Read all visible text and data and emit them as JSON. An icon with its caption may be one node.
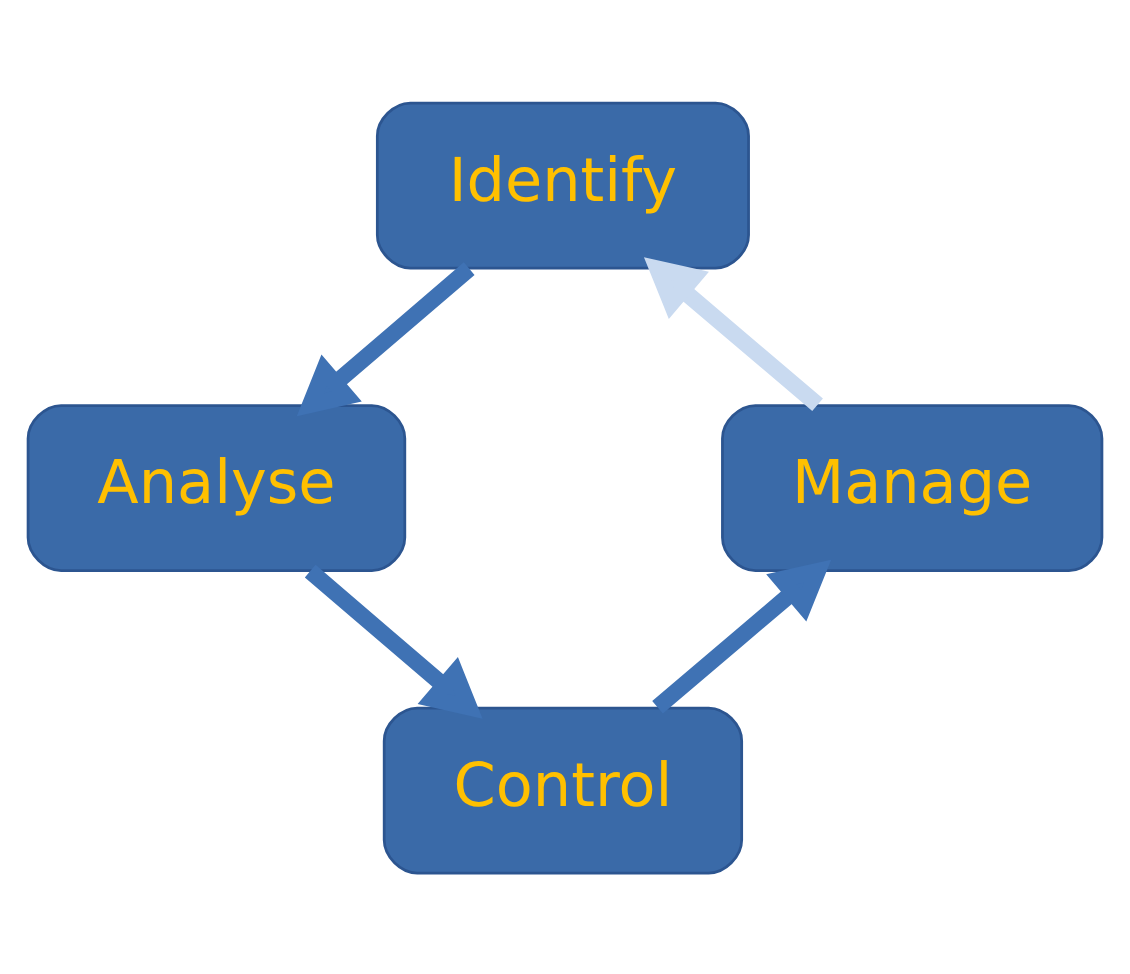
{
  "diagram": {
    "nodes": [
      {
        "text": [
          "Identify"
        ]
      },
      {
        "text": [
          "Manage"
        ]
      },
      {
        "text": [
          "Analyse"
        ]
      },
      {
        "text": [
          "Control"
        ]
      }
    ],
    "edges": [
      {
        "from": 0,
        "to": 2,
        "arrow": "to"
      },
      {
        "from": 2,
        "to": 3,
        "arrow": "to"
      },
      {
        "from": 3,
        "to": 1,
        "arrow": "to"
      },
      {
        "from": 1,
        "to": 0,
        "arrow": "to",
        "color": "#c9daf0"
      }
    ]
  }
}
